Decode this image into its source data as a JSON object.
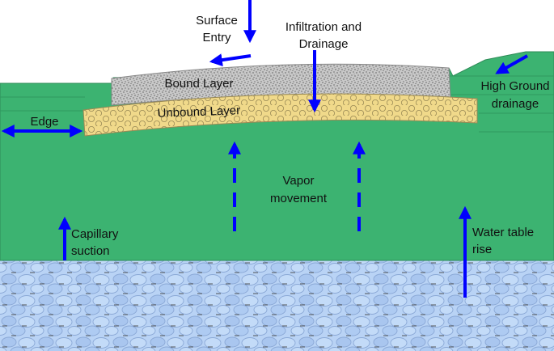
{
  "labels": {
    "surface_entry": [
      "Surface",
      "Entry"
    ],
    "infiltration": [
      "Infiltration and",
      "Drainage"
    ],
    "bound_layer": "Bound Layer",
    "unbound_layer": "Unbound Layer",
    "high_ground": [
      "High Ground",
      "drainage"
    ],
    "edge": "Edge",
    "vapor": [
      "Vapor",
      "movement"
    ],
    "capillary": [
      "Capillary",
      "suction"
    ],
    "water_table": [
      "Water table",
      "rise"
    ]
  },
  "colors": {
    "ground": "#3cb371",
    "ground_line": "#2e8b57",
    "bound_layer": "#c8c8c8",
    "unbound_layer": "#f0d98a",
    "water_table": "#b9d3f5",
    "arrow": "#0000ff"
  }
}
